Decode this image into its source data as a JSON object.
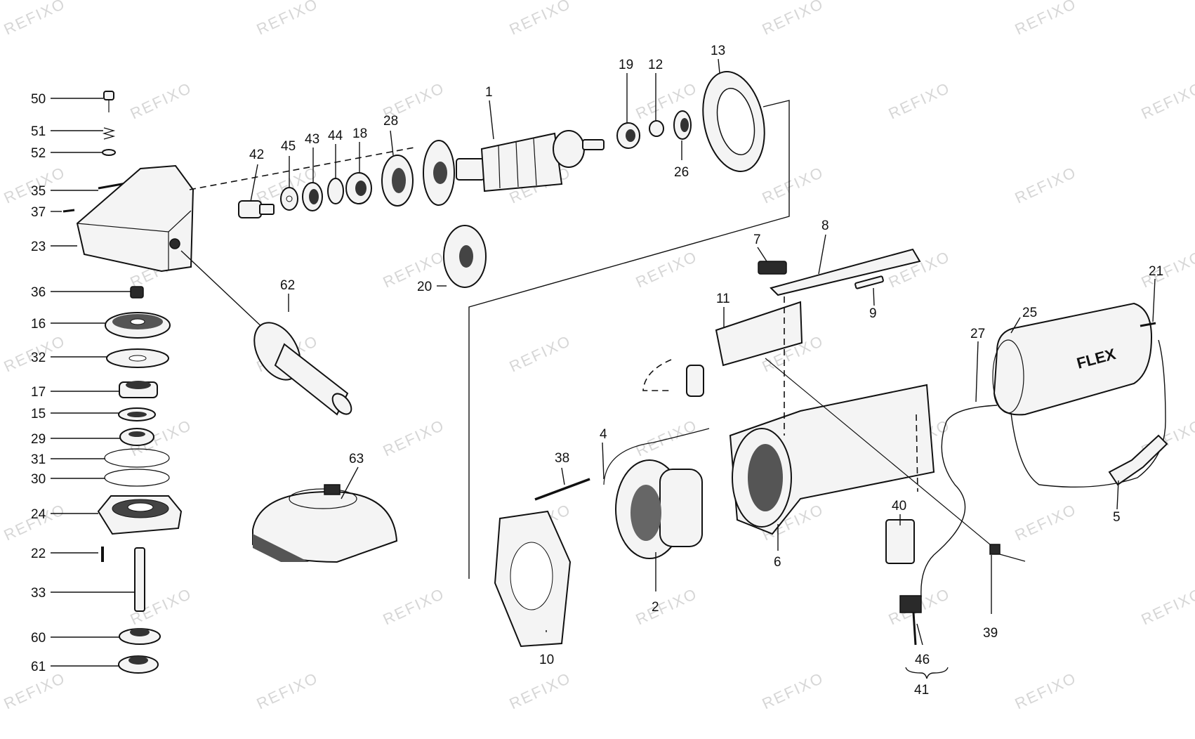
{
  "diagram": {
    "watermark": "REFIXO",
    "callouts": [
      "50",
      "51",
      "52",
      "35",
      "37",
      "23",
      "36",
      "16",
      "32",
      "17",
      "15",
      "29",
      "31",
      "30",
      "24",
      "22",
      "33",
      "60",
      "61",
      "42",
      "45",
      "43",
      "44",
      "18",
      "28",
      "1",
      "19",
      "12",
      "13",
      "26",
      "20",
      "62",
      "63",
      "7",
      "8",
      "11",
      "9",
      "21",
      "25",
      "27",
      "5",
      "38",
      "4",
      "10",
      "2",
      "6",
      "40",
      "39",
      "46",
      "41"
    ]
  }
}
